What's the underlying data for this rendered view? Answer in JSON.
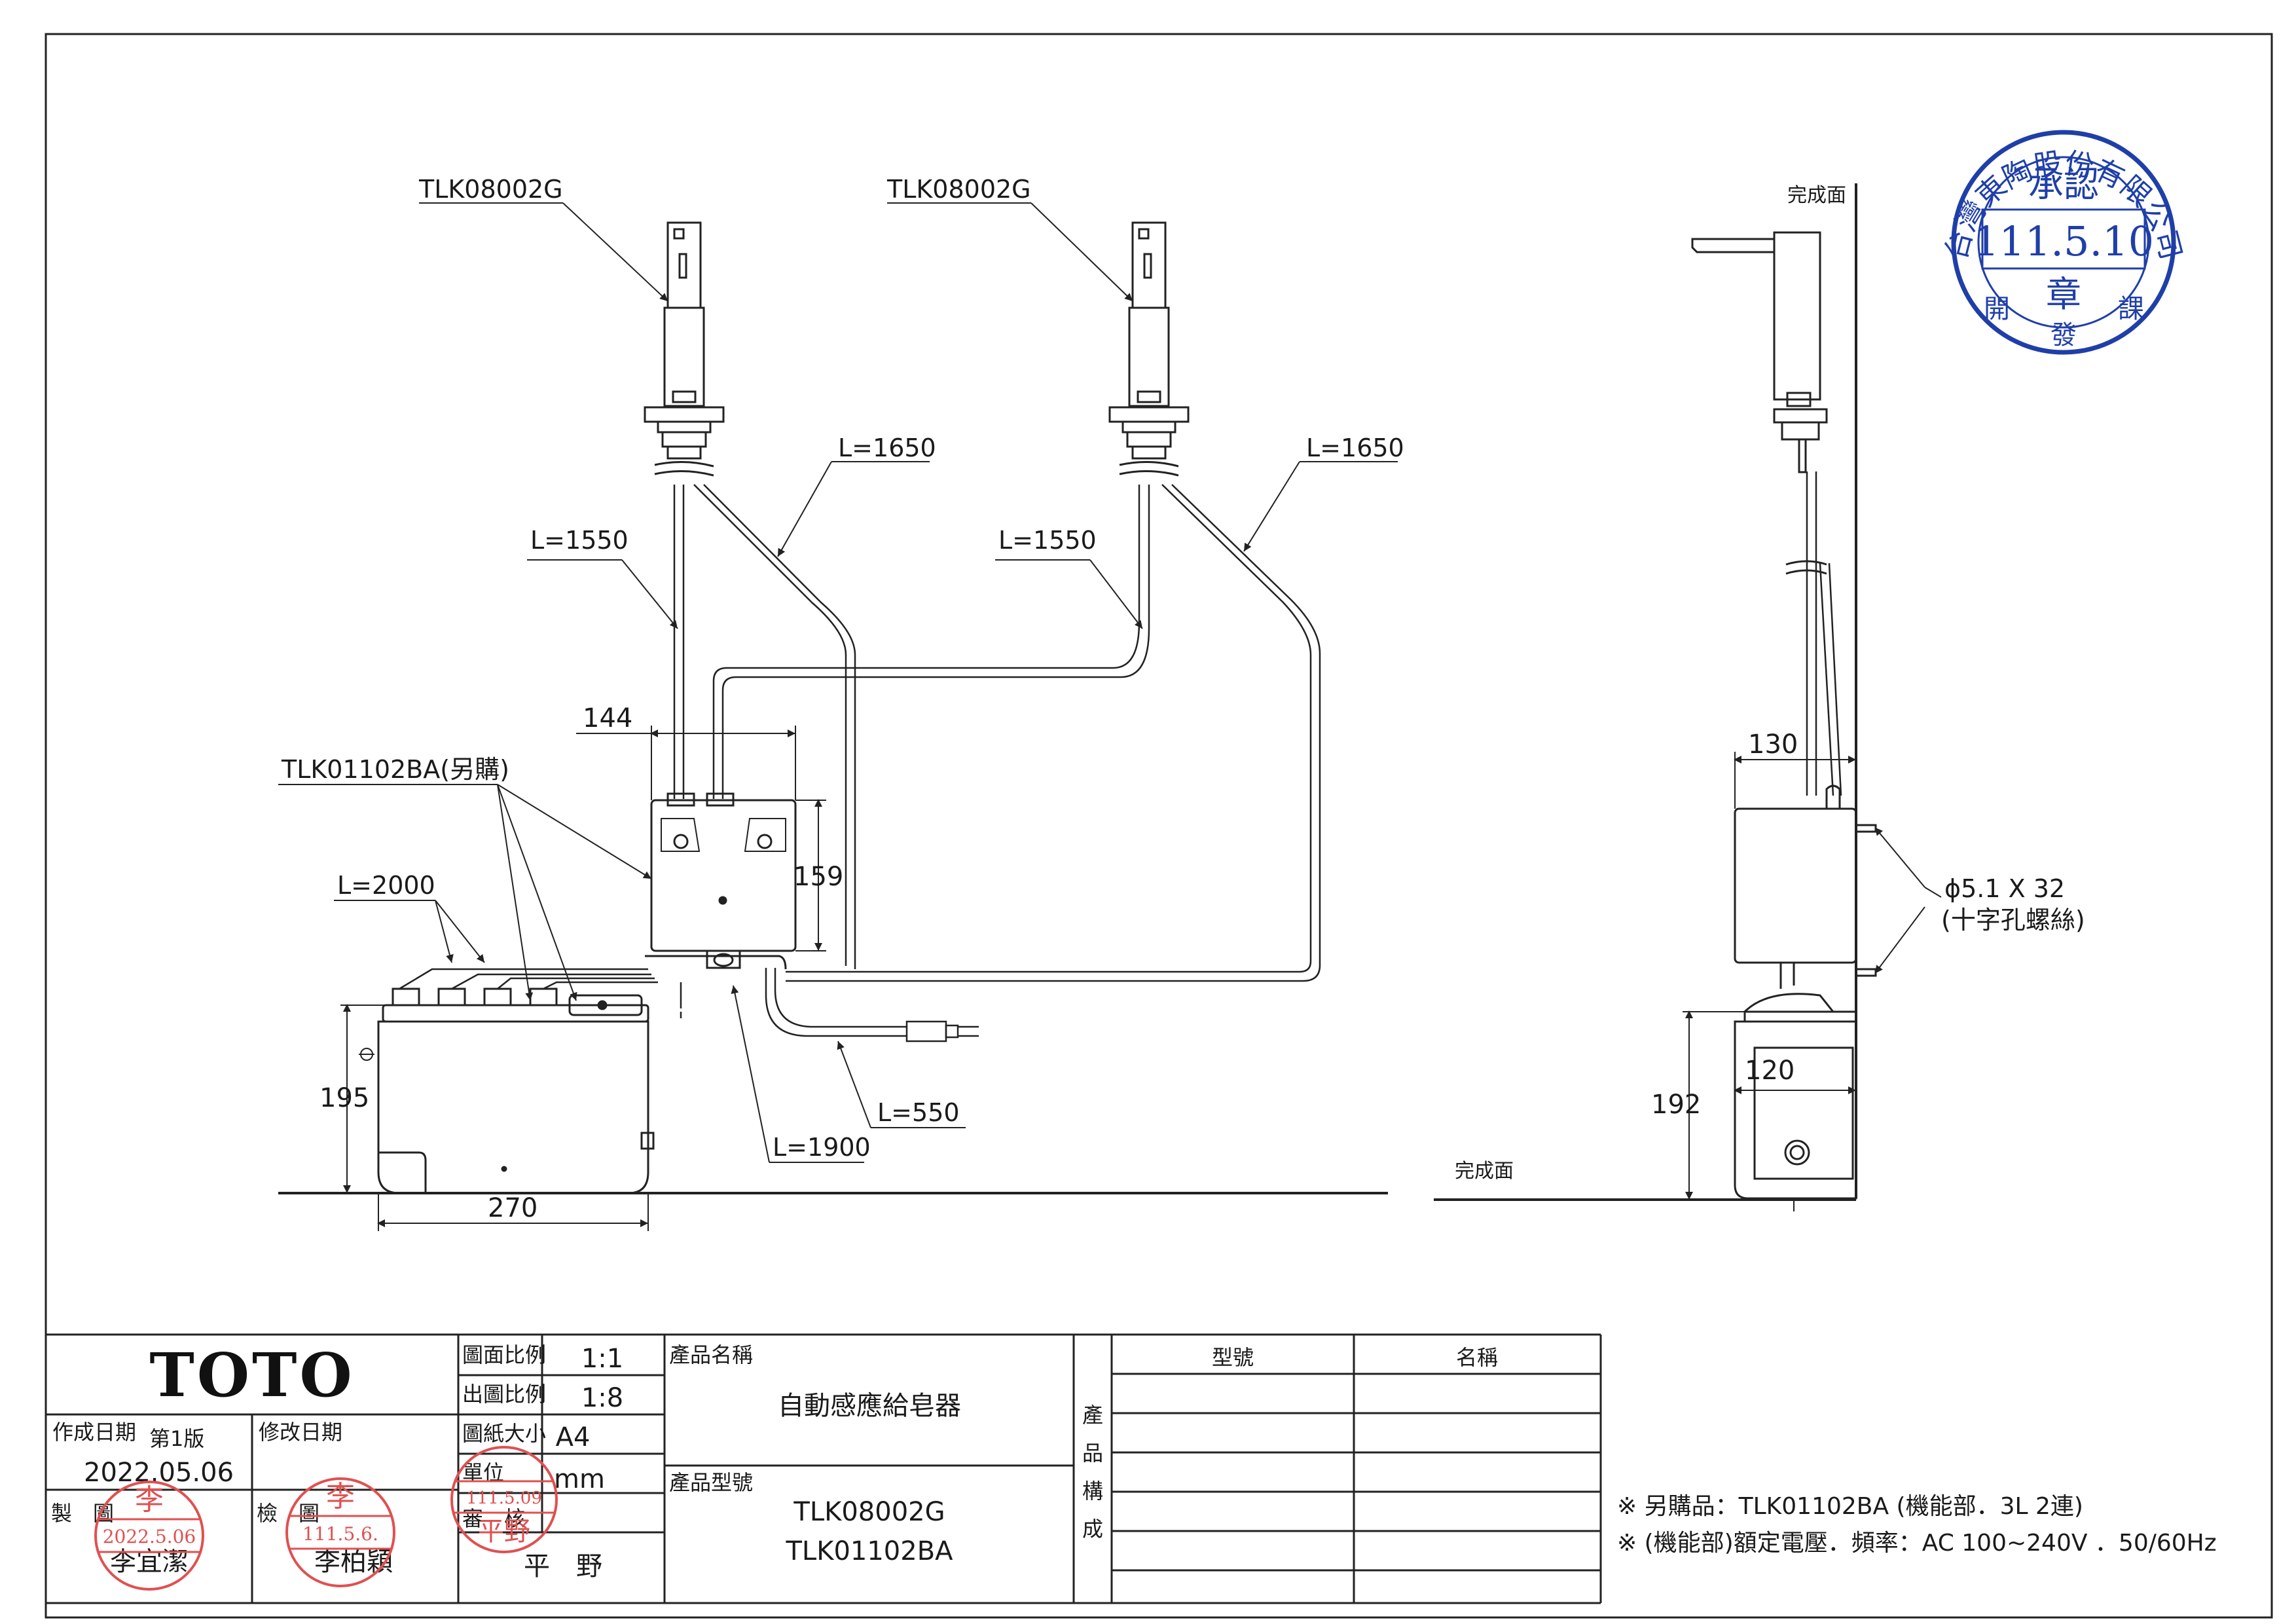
{
  "drawing": {
    "labels": {
      "faucet_left": "TLK08002G",
      "faucet_right": "TLK08002G",
      "cable_left_long": "L=1650",
      "cable_right_long": "L=1650",
      "cable_left_short": "L=1550",
      "cable_right_short": "L=1550",
      "control_box": "TLK01102BA(另購)",
      "cable_tank": "L=2000",
      "cable_power": "L=550",
      "cable_bottom": "L=1900",
      "side_floor_top": "完成面",
      "side_floor_bottom": "完成面",
      "screw": "ϕ5.1 X 32",
      "screw_type": "(十字孔螺絲)"
    },
    "dimensions": {
      "box_width": "144",
      "box_height": "159",
      "tank_height": "195",
      "tank_width": "270",
      "side_box_depth": "130",
      "side_tank_depth": "120",
      "side_tank_height": "192"
    }
  },
  "approval_stamp": {
    "company": "台灣東陶股份有限公司",
    "title": "承認",
    "date": "111.5.10",
    "seal": "章",
    "dept_left": "開",
    "dept_mid": "發",
    "dept_right": "課"
  },
  "title_block": {
    "logo": "TOTO",
    "created_date_label": "作成日期",
    "version": "第1版",
    "revised_date_label": "修改日期",
    "created_date": "2022.05.06",
    "drafted_label": "製　圖",
    "drafted_name": "李宜潔",
    "checked_label": "檢　圖",
    "checked_name": "李柏穎",
    "reviewed_label": "審　核",
    "reviewed_name": "平　野",
    "scale_drawing_label": "圖面比例",
    "scale_drawing": "1:1",
    "scale_output_label": "出圖比例",
    "scale_output": "1:8",
    "paper_label": "圖紙大小",
    "paper": "A4",
    "unit_label": "單位",
    "unit": "mm",
    "product_name_label": "產品名稱",
    "product_name": "自動感應給皂器",
    "product_model_label": "產品型號",
    "product_model_1": "TLK08002G",
    "product_model_2": "TLK01102BA",
    "composition_label": [
      "產",
      "品",
      "構",
      "成"
    ],
    "col_model": "型號",
    "col_name": "名稱"
  },
  "stamps": {
    "drafted_date": "2022.5.06",
    "drafted_name": "李",
    "checked_date": "111.5.6.",
    "checked_name": "李",
    "reviewed_date": "111.5.09",
    "reviewed_name": "平野"
  },
  "notes": [
    "※ 另購品：TLK01102BA (機能部．3L 2連)",
    "※ (機能部)額定電壓．頻率：AC 100~240V ．50/60Hz"
  ]
}
